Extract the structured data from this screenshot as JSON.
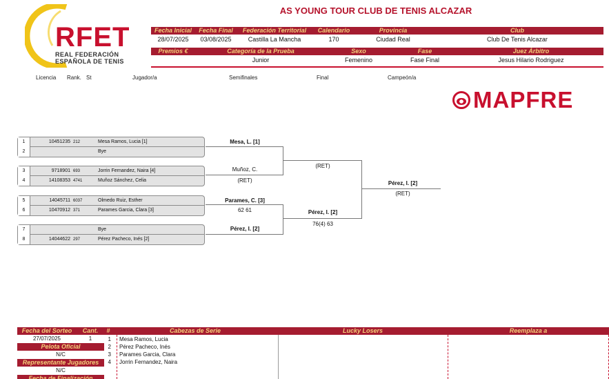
{
  "tournament": {
    "title": "AS YOUNG TOUR CLUB DE TENIS ALCAZAR"
  },
  "logo": {
    "main": "RFET",
    "line1": "REAL FEDERACIÓN",
    "line2": "ESPAÑOLA DE TENIS"
  },
  "header": {
    "row1_labels": [
      "Fecha Inicial",
      "Fecha Final",
      "Federación Territorial",
      "Calendario",
      "Provincia",
      "Club"
    ],
    "row1_values": [
      "28/07/2025",
      "03/08/2025",
      "Castilla La Mancha",
      "170",
      "Ciudad Real",
      "Club De Tenis Alcazar"
    ],
    "row2_labels": [
      "Premios €",
      "Categoría de la Prueba",
      "Sexo",
      "Fase",
      "Juez Árbitro"
    ],
    "row2_values": [
      "",
      "Junior",
      "Femenino",
      "Fase Final",
      "Jesus Hilario Rodriguez"
    ]
  },
  "columns": {
    "licencia": "Licencia",
    "rank": "Rank.",
    "st": "St",
    "jugador": "Jugador/a",
    "semifinales": "Semifinales",
    "final": "Final",
    "campeon": "Campeón/a"
  },
  "sponsor": {
    "name": "MAPFRE",
    "color": "#c8102e"
  },
  "draw": {
    "slots": [
      {
        "num": "1",
        "licencia": "10451235",
        "rank": "212",
        "name": "Mesa Ramos, Lucia [1]"
      },
      {
        "num": "2",
        "licencia": "",
        "rank": "",
        "name": "Bye"
      },
      {
        "num": "3",
        "licencia": "9718901",
        "rank": "693",
        "name": "Jorrin Fernandez, Naira [4]"
      },
      {
        "num": "4",
        "licencia": "14108353",
        "rank": "4741",
        "name": "Muñoz Sánchez, Celia"
      },
      {
        "num": "5",
        "licencia": "14045711",
        "rank": "6037",
        "name": "Olmedo Ruiz, Esther"
      },
      {
        "num": "6",
        "licencia": "10470912",
        "rank": "371",
        "name": "Parames Garcia, Clara [3]"
      },
      {
        "num": "7",
        "licencia": "",
        "rank": "",
        "name": "Bye"
      },
      {
        "num": "8",
        "licencia": "14044622",
        "rank": "297",
        "name": "Pérez Pacheco, Inés [2]"
      }
    ],
    "round1": [
      {
        "winner": "Mesa, L. [1]",
        "score": ""
      },
      {
        "winner": "Muñoz, C.",
        "score": "(RET)"
      },
      {
        "winner": "Parames, C. [3]",
        "score": "62 61"
      },
      {
        "winner": "Pérez, I. [2]",
        "score": ""
      }
    ],
    "semifinals": [
      {
        "winner": "",
        "score": "(RET)"
      },
      {
        "winner": "Pérez, I. [2]",
        "score": "76(4) 63"
      }
    ],
    "final": {
      "winner": "Pérez, I. [2]",
      "score": "(RET)"
    }
  },
  "footer": {
    "fecha_sorteo_label": "Fecha del Sorteo",
    "fecha_sorteo_value": "27/07/2025",
    "cant_label": "Cant.",
    "cant_value": "1",
    "hash_label": "#",
    "cabezas_label": "Cabezas de Serie",
    "lucky_label": "Lucky Losers",
    "reemplaza_label": "Reemplaza a",
    "pelota_label": "Pelota Oficial",
    "pelota_value": "N/C",
    "representante_label": "Representante Jugadores",
    "representante_value": "N/C",
    "finalizacion_label": "Fecha de Finalización",
    "seeds": [
      {
        "n": "1",
        "name": "Mesa Ramos, Lucia"
      },
      {
        "n": "2",
        "name": "Pérez Pacheco, Inés"
      },
      {
        "n": "3",
        "name": "Parames Garcia, Clara"
      },
      {
        "n": "4",
        "name": "Jorrin Fernandez, Naira"
      }
    ]
  },
  "colors": {
    "bar": "#a51c30",
    "bar_text": "#f5d07a",
    "brand_red": "#c8102e"
  }
}
